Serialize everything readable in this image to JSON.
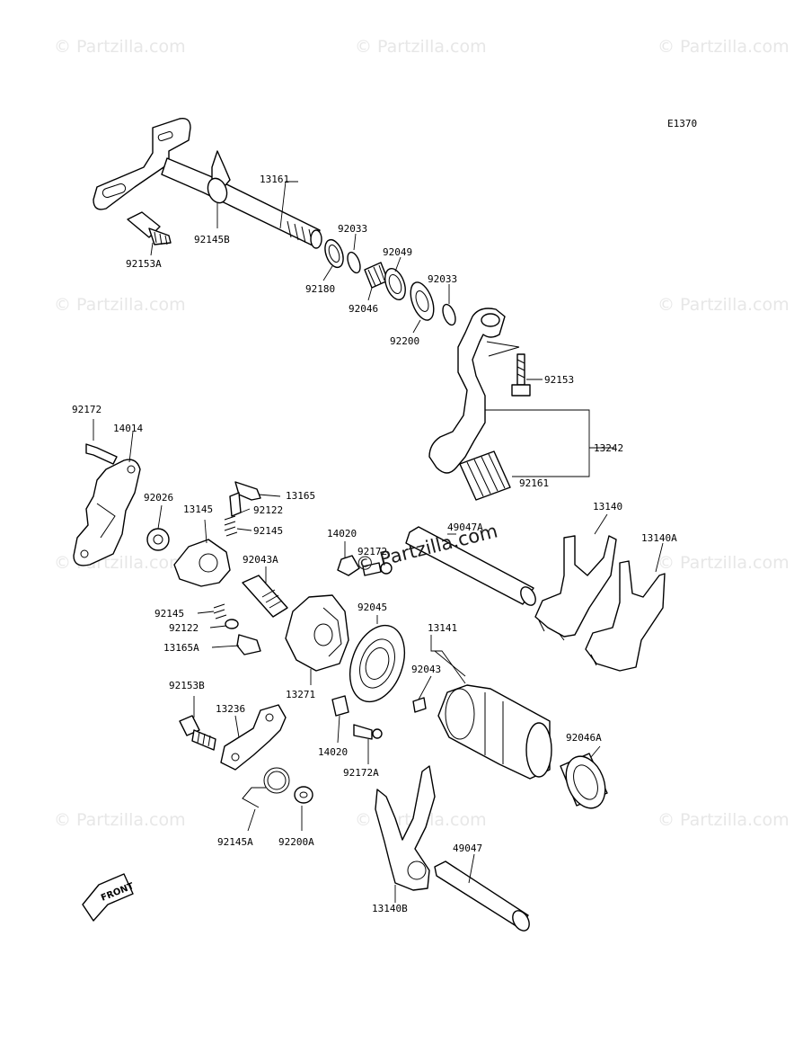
{
  "diagram_code": "E1370",
  "watermark": "© Partzilla.com",
  "center_watermark": "© Partzilla.com",
  "front_label": "FRONT",
  "parts": {
    "p13161": "13161",
    "p92145B": "92145B",
    "p92153A": "92153A",
    "p92033a": "92033",
    "p92049": "92049",
    "p92180": "92180",
    "p92046": "92046",
    "p92033b": "92033",
    "p92200": "92200",
    "p92153": "92153",
    "p13242": "13242",
    "p92161": "92161",
    "p92172": "92172",
    "p14014": "14014",
    "p92026": "92026",
    "p13165": "13165",
    "p92122": "92122",
    "p13145": "13145",
    "p92145": "92145",
    "p14020a": "14020",
    "p92172b": "92172",
    "p49047A": "49047A",
    "p13140": "13140",
    "p13140A": "13140A",
    "p92043A": "92043A",
    "p92145c": "92145",
    "p92122b": "92122",
    "p13165A": "13165A",
    "p92045": "92045",
    "p13141": "13141",
    "p92043": "92043",
    "p13271": "13271",
    "p92153B": "92153B",
    "p13236": "13236",
    "p14020b": "14020",
    "p92172A": "92172A",
    "p92046A": "92046A",
    "p92145A": "92145A",
    "p92200A": "92200A",
    "p49047": "49047",
    "p13140B": "13140B"
  }
}
